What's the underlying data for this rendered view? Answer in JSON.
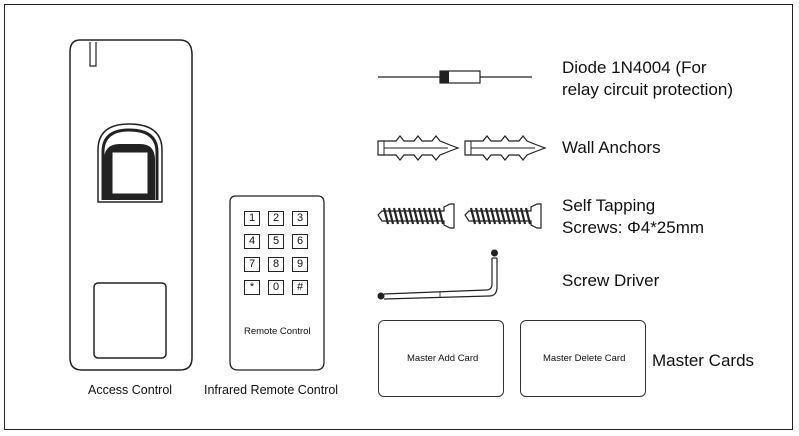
{
  "labels": {
    "access_control": "Access Control",
    "infrared_remote": "Infrared Remote Control",
    "diode_line1": "Diode 1N4004 (For",
    "diode_line2": "relay circuit protection)",
    "wall_anchors": "Wall Anchors",
    "screws_line1": "Self Tapping",
    "screws_line2": "Screws: Φ4*25mm",
    "screw_driver": "Screw Driver",
    "master_cards": "Master Cards"
  },
  "remote": {
    "keys": [
      "1",
      "2",
      "3",
      "4",
      "5",
      "6",
      "7",
      "8",
      "9",
      "*",
      "0",
      "#"
    ],
    "caption": "Remote Control"
  },
  "cards": {
    "add": "Master Add Card",
    "delete": "Master Delete Card"
  }
}
